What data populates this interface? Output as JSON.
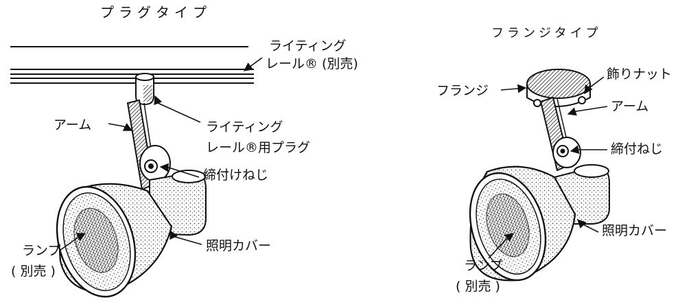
{
  "left": {
    "title": "プラグタイプ",
    "labels": {
      "rail_line1": "ライティング",
      "rail_line2": "レール® (別売)",
      "arm": "アーム",
      "plug_line1": "ライティング",
      "plug_line2": "レール®用プラグ",
      "screw": "締付けねじ",
      "cover": "照明カバー",
      "lamp_line1": "ランプ",
      "lamp_line2": "( 別売 )"
    }
  },
  "right": {
    "title": "フランジタイプ",
    "labels": {
      "flange": "フランジ",
      "nut": "飾りナット",
      "arm": "アーム",
      "screw": "締付ねじ",
      "cover": "照明カバー",
      "lamp_line1": "ランプ",
      "lamp_line2": "( 別売 )"
    }
  }
}
